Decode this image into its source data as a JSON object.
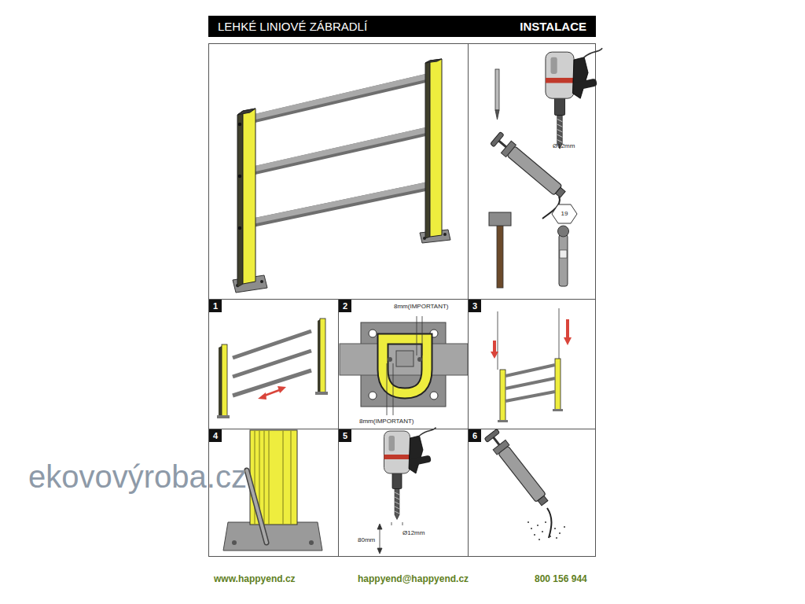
{
  "diagram": {
    "nodes": [
      {
        "text": [
          "LEHKÉ LINIOVÉ ZÁBRADLÍ",
          "INSTALACE"
        ]
      }
    ],
    "labels": [
      "Ø12mm",
      "19",
      "1",
      "2",
      "3",
      "4",
      "5",
      "6",
      "8mm(IMPORTANT)",
      "8mm(IMPORTANT)",
      "Ø12mm",
      "80mm",
      "ekovovýroba.cz",
      "www.happyend.cz",
      "happyend@happyend.cz",
      "800 156 944"
    ]
  }
}
